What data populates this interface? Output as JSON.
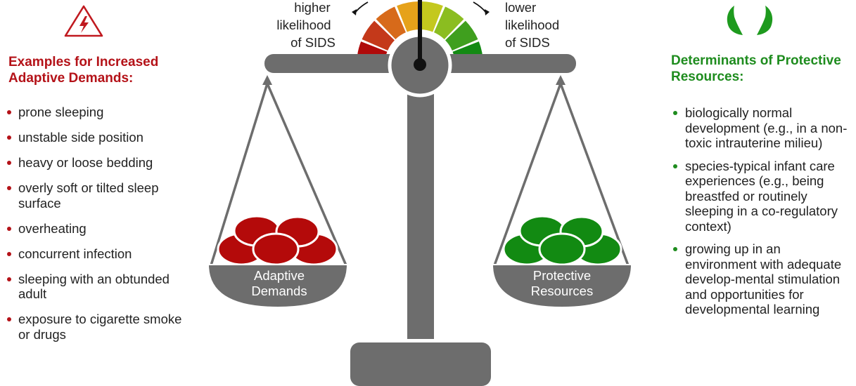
{
  "left_panel": {
    "heading": "Examples for Increased Adaptive Demands:",
    "items": [
      "prone sleeping",
      "unstable side position",
      "heavy or loose bedding",
      "overly soft or tilted sleep surface",
      "overheating",
      "concurrent infection",
      "sleeping with an obtunded adult",
      "exposure to cigarette smoke or drugs"
    ]
  },
  "right_panel": {
    "heading": "Determinants of Protective Resources:",
    "items": [
      "biologically normal development (e.g., in a non-toxic intrauterine milieu)",
      "species-typical infant care experiences (e.g., being breastfed or routinely sleeping in a co-regulatory context)",
      "growing up in an environment with adequate develop-mental stimulation and opportunities for developmental learning"
    ]
  },
  "gauge": {
    "left_label_line1": "higher",
    "left_label_line2": "likelihood",
    "left_label_line3": "of SIDS",
    "right_label_line1": "lower",
    "right_label_line2": "likelihood",
    "right_label_line3": "of SIDS",
    "segment_colors": [
      "#b00a0a",
      "#c4391a",
      "#d76a1a",
      "#e6a21a",
      "#c4c81e",
      "#8bbd20",
      "#3f9f1e",
      "#138a13"
    ]
  },
  "scale": {
    "left_pan_label_line1": "Adaptive",
    "left_pan_label_line2": "Demands",
    "right_pan_label_line1": "Protective",
    "right_pan_label_line2": "Resources"
  },
  "colors": {
    "demand_red": "#b40a0a",
    "resource_green": "#128a12",
    "scale_gray": "#6d6d6d"
  },
  "icons": {
    "left": "high-voltage-warning-icon",
    "right": "protecting-hands-icon"
  }
}
